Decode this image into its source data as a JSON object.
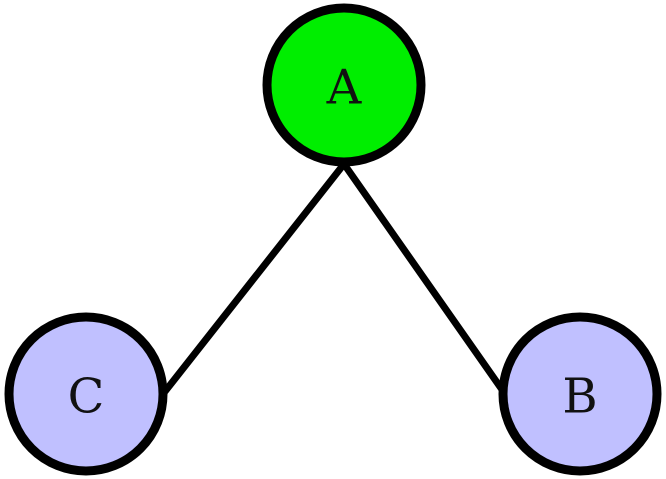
{
  "diagram": {
    "nodes": [
      {
        "id": "A",
        "label": "A",
        "fill": "#00ee00"
      },
      {
        "id": "B",
        "label": "B",
        "fill": "#c0c0ff"
      },
      {
        "id": "C",
        "label": "C",
        "fill": "#c0c0ff"
      }
    ],
    "edges": [
      {
        "from": "A",
        "to": "C"
      },
      {
        "from": "A",
        "to": "B"
      }
    ],
    "stroke_color": "#000000"
  }
}
